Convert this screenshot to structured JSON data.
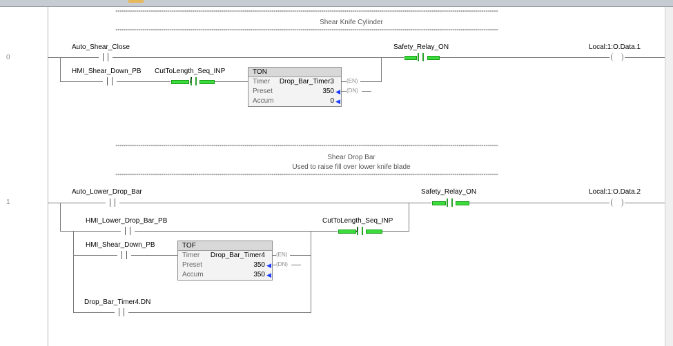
{
  "rungs": [
    {
      "number": "0",
      "comment_stars": "****************************************************************************************************************************************************************************************",
      "comment": [
        "Shear Knife Cylinder"
      ],
      "contacts": {
        "auto_shear_close": "Auto_Shear_Close",
        "hmi_shear_down_pb": "HMI_Shear_Down_PB",
        "cuttolength_seq_inp": "CutToLength_Seq_INP",
        "safety_relay_on": "Safety_Relay_ON"
      },
      "coil": "Local:1:O.Data.1",
      "timer_block": {
        "type": "TON",
        "timer_label": "Timer",
        "timer_tag": "Drop_Bar_Timer3",
        "preset_label": "Preset",
        "preset_value": "350",
        "accum_label": "Accum",
        "accum_value": "0",
        "en_pin": "EN",
        "dn_pin": "DN"
      }
    },
    {
      "number": "1",
      "comment_stars": "****************************************************************************************************************************************************************************************",
      "comment": [
        "Shear Drop Bar",
        "Used to raise fill over lower knife blade"
      ],
      "contacts": {
        "auto_lower_drop_bar": "Auto_Lower_Drop_Bar",
        "hmi_lower_drop_bar_pb": "HMI_Lower_Drop_Bar_PB",
        "hmi_shear_down_pb": "HMI_Shear_Down_PB",
        "drop_bar_timer4_dn": "Drop_Bar_Timer4.DN",
        "cuttolength_seq_inp": "CutToLength_Seq_INP",
        "safety_relay_on": "Safety_Relay_ON"
      },
      "coil": "Local:1:O.Data.2",
      "timer_block": {
        "type": "TOF",
        "timer_label": "Timer",
        "timer_tag": "Drop_Bar_Timer4",
        "preset_label": "Preset",
        "preset_value": "350",
        "accum_label": "Accum",
        "accum_value": "350",
        "en_pin": "EN",
        "dn_pin": "DN"
      }
    }
  ],
  "colors": {
    "energized": "#3cdc3c",
    "wire": "#7a7a7a",
    "arrow": "#1a3cff"
  }
}
